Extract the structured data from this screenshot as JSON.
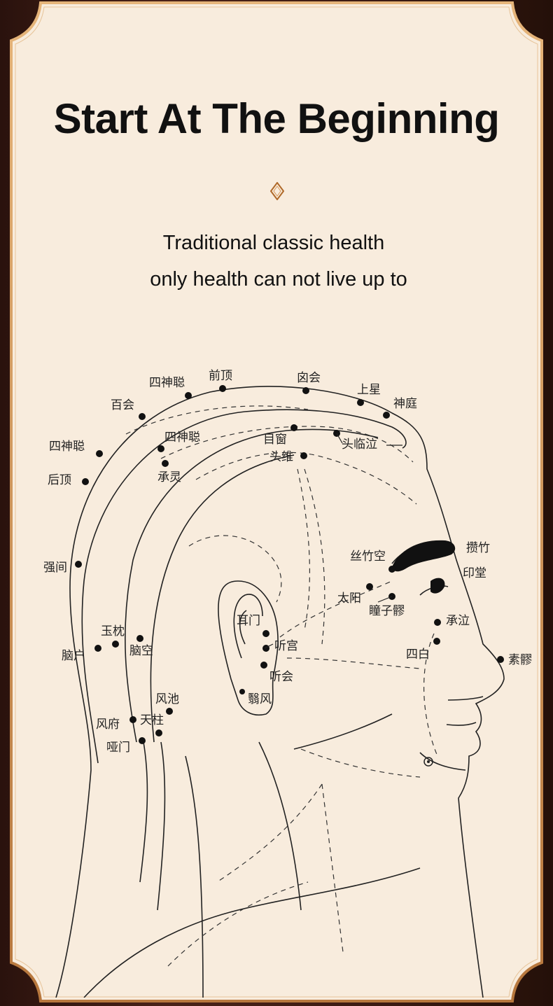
{
  "header": {
    "title": "Start At The Beginning",
    "subtitle_line1": "Traditional classic health",
    "subtitle_line2": "only health can not live up to"
  },
  "colors": {
    "panel": "#f8ecdd",
    "border": "#c98a4e",
    "frame": "#3a1c14",
    "ink": "#111111"
  },
  "icons": {
    "ornament": "diamond-ornament-icon"
  },
  "diagram": {
    "points": {
      "baihui": "百会",
      "sishencong_top": "四神聪",
      "qianding": "前顶",
      "xinhui": "囟会",
      "shangxing": "上星",
      "shenting": "神庭",
      "sishencong_back": "四神聪",
      "sishencong_inner": "四神聪",
      "muchuang": "目窗",
      "toulinqi": "头临泣",
      "touwei": "头维",
      "chengling": "承灵",
      "houding": "后顶",
      "qiangjian": "强间",
      "cuanzhu": "攒竹",
      "sizhukong": "丝竹空",
      "yintang": "印堂",
      "taiyang": "太阳",
      "tongziliao": "瞳子髎",
      "chengqi": "承泣",
      "erm en": "耳门",
      "tinggong": "听宫",
      "tinghui": "听会",
      "sibai": "四白",
      "suliao": "素髎",
      "yuzhen": "玉枕",
      "naohu": "脑户",
      "naokong": "脑空",
      "fengchi": "风池",
      "yifeng": "翳风",
      "fengfu": "风府",
      "tianzhu": "天柱",
      "yamen": "哑门"
    }
  }
}
